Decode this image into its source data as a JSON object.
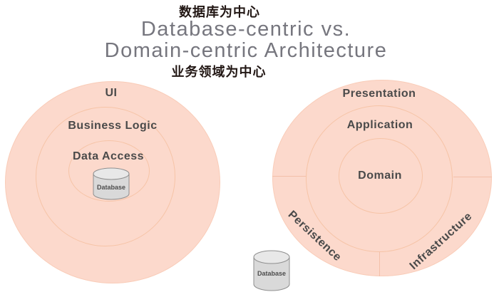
{
  "header": {
    "top_label_zh": "数据库为中心",
    "title_line1": "Database-centric vs.",
    "title_line2": "Domain-centric Architecture",
    "bottom_label_zh": "业务领域为中心"
  },
  "left_diagram": {
    "name": "database-centric-architecture",
    "rings": [
      "UI",
      "Business Logic",
      "Data Access"
    ],
    "database_label": "Database"
  },
  "right_diagram": {
    "name": "domain-centric-architecture",
    "rings": [
      "Presentation",
      "Application",
      "Domain"
    ],
    "sectors": [
      "Persistence",
      "Infrastructure"
    ],
    "database_label": "Database"
  },
  "colors": {
    "circle_fill": "#fcd9cc",
    "ring_stroke": "#f6c4a7",
    "title_text": "#76767e",
    "label_text": "#4a4a4a",
    "zh_text": "#221714",
    "cylinder_fill": "#d9d9d9",
    "cylinder_top": "#e8e8e8",
    "cylinder_stroke": "#8f8f8f"
  }
}
